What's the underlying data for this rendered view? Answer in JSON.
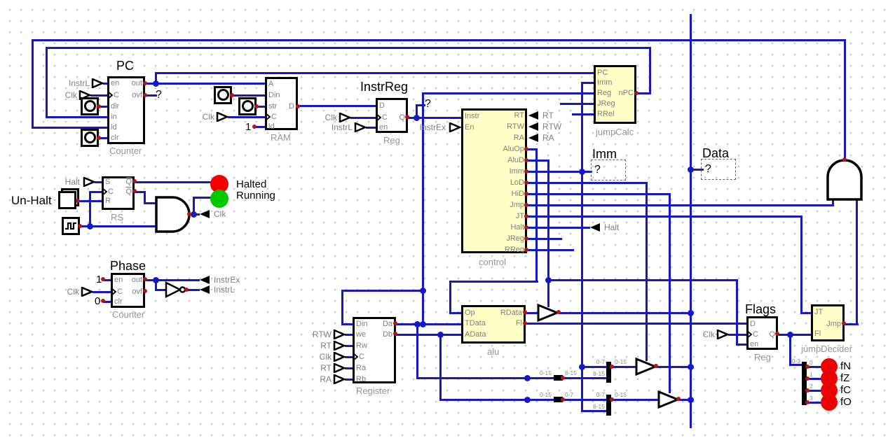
{
  "blocks": {
    "pc": {
      "title": "PC",
      "type": "Counter",
      "en": "en",
      "c": "C",
      "dir": "dir",
      "in": "in",
      "ld": "ld",
      "clr": "clr",
      "out": "out",
      "ovf": "ovf"
    },
    "ram": {
      "type": "RAM",
      "a": "A",
      "din": "Din",
      "str": "str",
      "c": "C",
      "ld": "ld",
      "d": "D"
    },
    "instrReg": {
      "title": "InstrReg",
      "type": "Reg",
      "d": "D",
      "c": "C",
      "en": "en",
      "q": "Q"
    },
    "control": {
      "type": "control",
      "instr": "Instr",
      "en": "En",
      "outs": [
        "RT",
        "RTW",
        "RA",
        "AluOp",
        "AluD",
        "Imm",
        "LoD",
        "HiD",
        "Jmp",
        "JT",
        "Halt",
        "JReg",
        "RReg"
      ]
    },
    "jumpCalc": {
      "type": "jumpCalc",
      "pc": "PC",
      "imm": "Imm",
      "reg": "Reg",
      "jreg": "JReg",
      "rrel": "RRel",
      "npc": "nPC"
    },
    "rs": {
      "type": "RS",
      "s": "S",
      "c": "C",
      "r": "R",
      "q": "Q",
      "qn": "Q"
    },
    "phase": {
      "title": "Phase",
      "type": "Counter",
      "en": "en",
      "c": "C",
      "clr": "clr",
      "out": "out",
      "ovf": "ovf"
    },
    "register": {
      "type": "Register",
      "din": "Din",
      "we": "we",
      "rw": "Rw",
      "c": "C",
      "ra": "Ra",
      "rb": "Rb",
      "da": "Da",
      "db": "Db"
    },
    "alu": {
      "type": "alu",
      "op": "Op",
      "tdata": "TData",
      "adata": "AData",
      "rdata": "RData",
      "fl": "Fl"
    },
    "flags": {
      "title": "Flags",
      "type": "Reg",
      "d": "D",
      "c": "C",
      "en": "en",
      "q": "Q"
    },
    "jumpDecider": {
      "type": "jumpDecider",
      "jt": "JT",
      "fl": "Fl",
      "jmp": "Jmp"
    }
  },
  "tunnels": {
    "instrL": "InstrL",
    "clk": "Clk",
    "instrEx": "InstrEx",
    "halt": "Halt",
    "rt": "RT",
    "rtw": "RTW",
    "ra": "RA"
  },
  "probes": {
    "ovf": "?",
    "instr": "?",
    "imm_title": "Imm",
    "imm": "?",
    "data_title": "Data",
    "data": "?"
  },
  "constants": {
    "one": "1",
    "zero": "0"
  },
  "labels": {
    "unhalt": "Un-Halt",
    "halted": "Halted",
    "running": "Running"
  },
  "flag_leds": [
    "fN",
    "fZ",
    "fC",
    "fO"
  ],
  "split": {
    "r0_15": "0-15",
    "r8_15": "8-15",
    "r0_7": "0-7",
    "r0_3": "0-3",
    "b0": "0",
    "b1": "1",
    "b2": "2",
    "b3": "3"
  },
  "colors": {
    "wire": "#1518c6",
    "custom_block": "#ffffc8",
    "led_red": "#ff0000",
    "led_green": "#00cc00"
  }
}
